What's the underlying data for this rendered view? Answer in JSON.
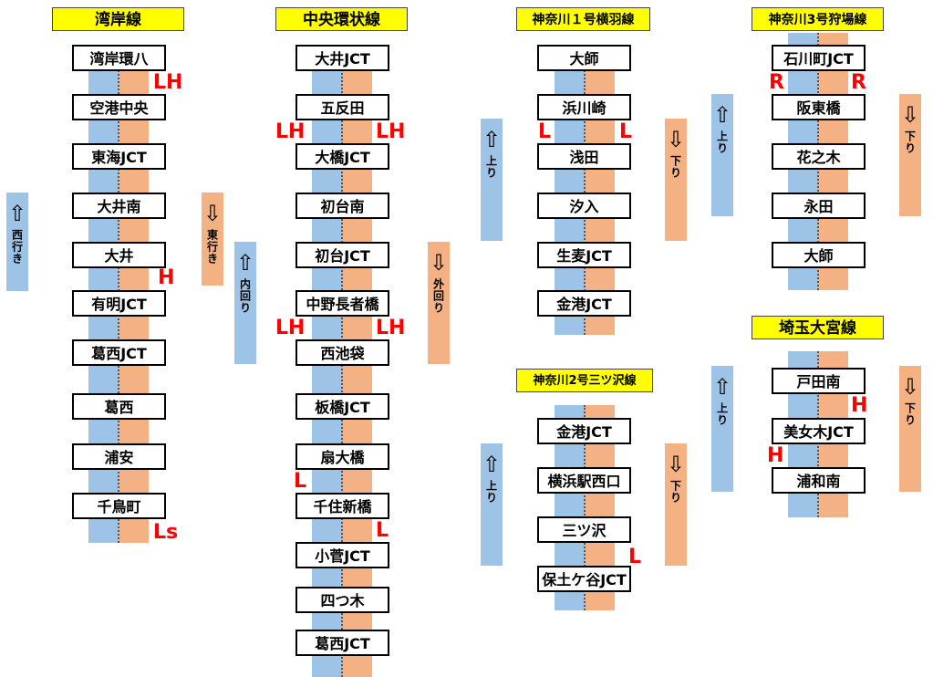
{
  "arrows": {
    "up": "⇧",
    "down": "⇩"
  },
  "colors": {
    "inbound": "#9dc3e6",
    "outbound": "#f4b183",
    "title_bg": "#ffff00",
    "badge": "#ff0000"
  },
  "wangan": {
    "title": "湾岸線",
    "stations": [
      "湾岸環八",
      "空港中央",
      "東海JCT",
      "大井南",
      "大井",
      "有明JCT",
      "葛西JCT",
      "葛西",
      "浦安",
      "千鳥町"
    ],
    "badges": {
      "lh": "LH",
      "h": "H",
      "ls": "Ls"
    },
    "dir_west": "西行き",
    "dir_east": "東行き"
  },
  "chuo": {
    "title": "中央環状線",
    "stations": [
      "大井JCT",
      "五反田",
      "大橋JCT",
      "初台南",
      "初台JCT",
      "中野長者橋",
      "西池袋",
      "板橋JCT",
      "扇大橋",
      "千住新橋",
      "小菅JCT",
      "四つ木",
      "葛西JCT"
    ],
    "badges": {
      "lh": "LH",
      "l": "L"
    },
    "dir_inner": "内回り",
    "dir_outer": "外回り"
  },
  "k1": {
    "title": "神奈川１号横羽線",
    "stations": [
      "大師",
      "浜川崎",
      "浅田",
      "汐入",
      "生麦JCT",
      "金港JCT"
    ],
    "badges": {
      "l": "L"
    },
    "dir_up": "上り",
    "dir_down": "下り"
  },
  "k3": {
    "title": "神奈川3号狩場線",
    "stations": [
      "石川町JCT",
      "阪東橋",
      "花之木",
      "永田",
      "大師"
    ],
    "badges": {
      "r": "R"
    },
    "dir_up": "上り",
    "dir_down": "下り"
  },
  "k2": {
    "title": "神奈川2号三ツ沢線",
    "stations": [
      "金港JCT",
      "横浜駅西口",
      "三ツ沢",
      "保土ケ谷JCT"
    ],
    "badges": {
      "l": "L"
    },
    "dir_up": "上り",
    "dir_down": "下り"
  },
  "saitama": {
    "title": "埼玉大宮線",
    "stations": [
      "戸田南",
      "美女木JCT",
      "浦和南"
    ],
    "badges": {
      "h": "H"
    },
    "dir_up": "上り",
    "dir_down": "下り"
  }
}
